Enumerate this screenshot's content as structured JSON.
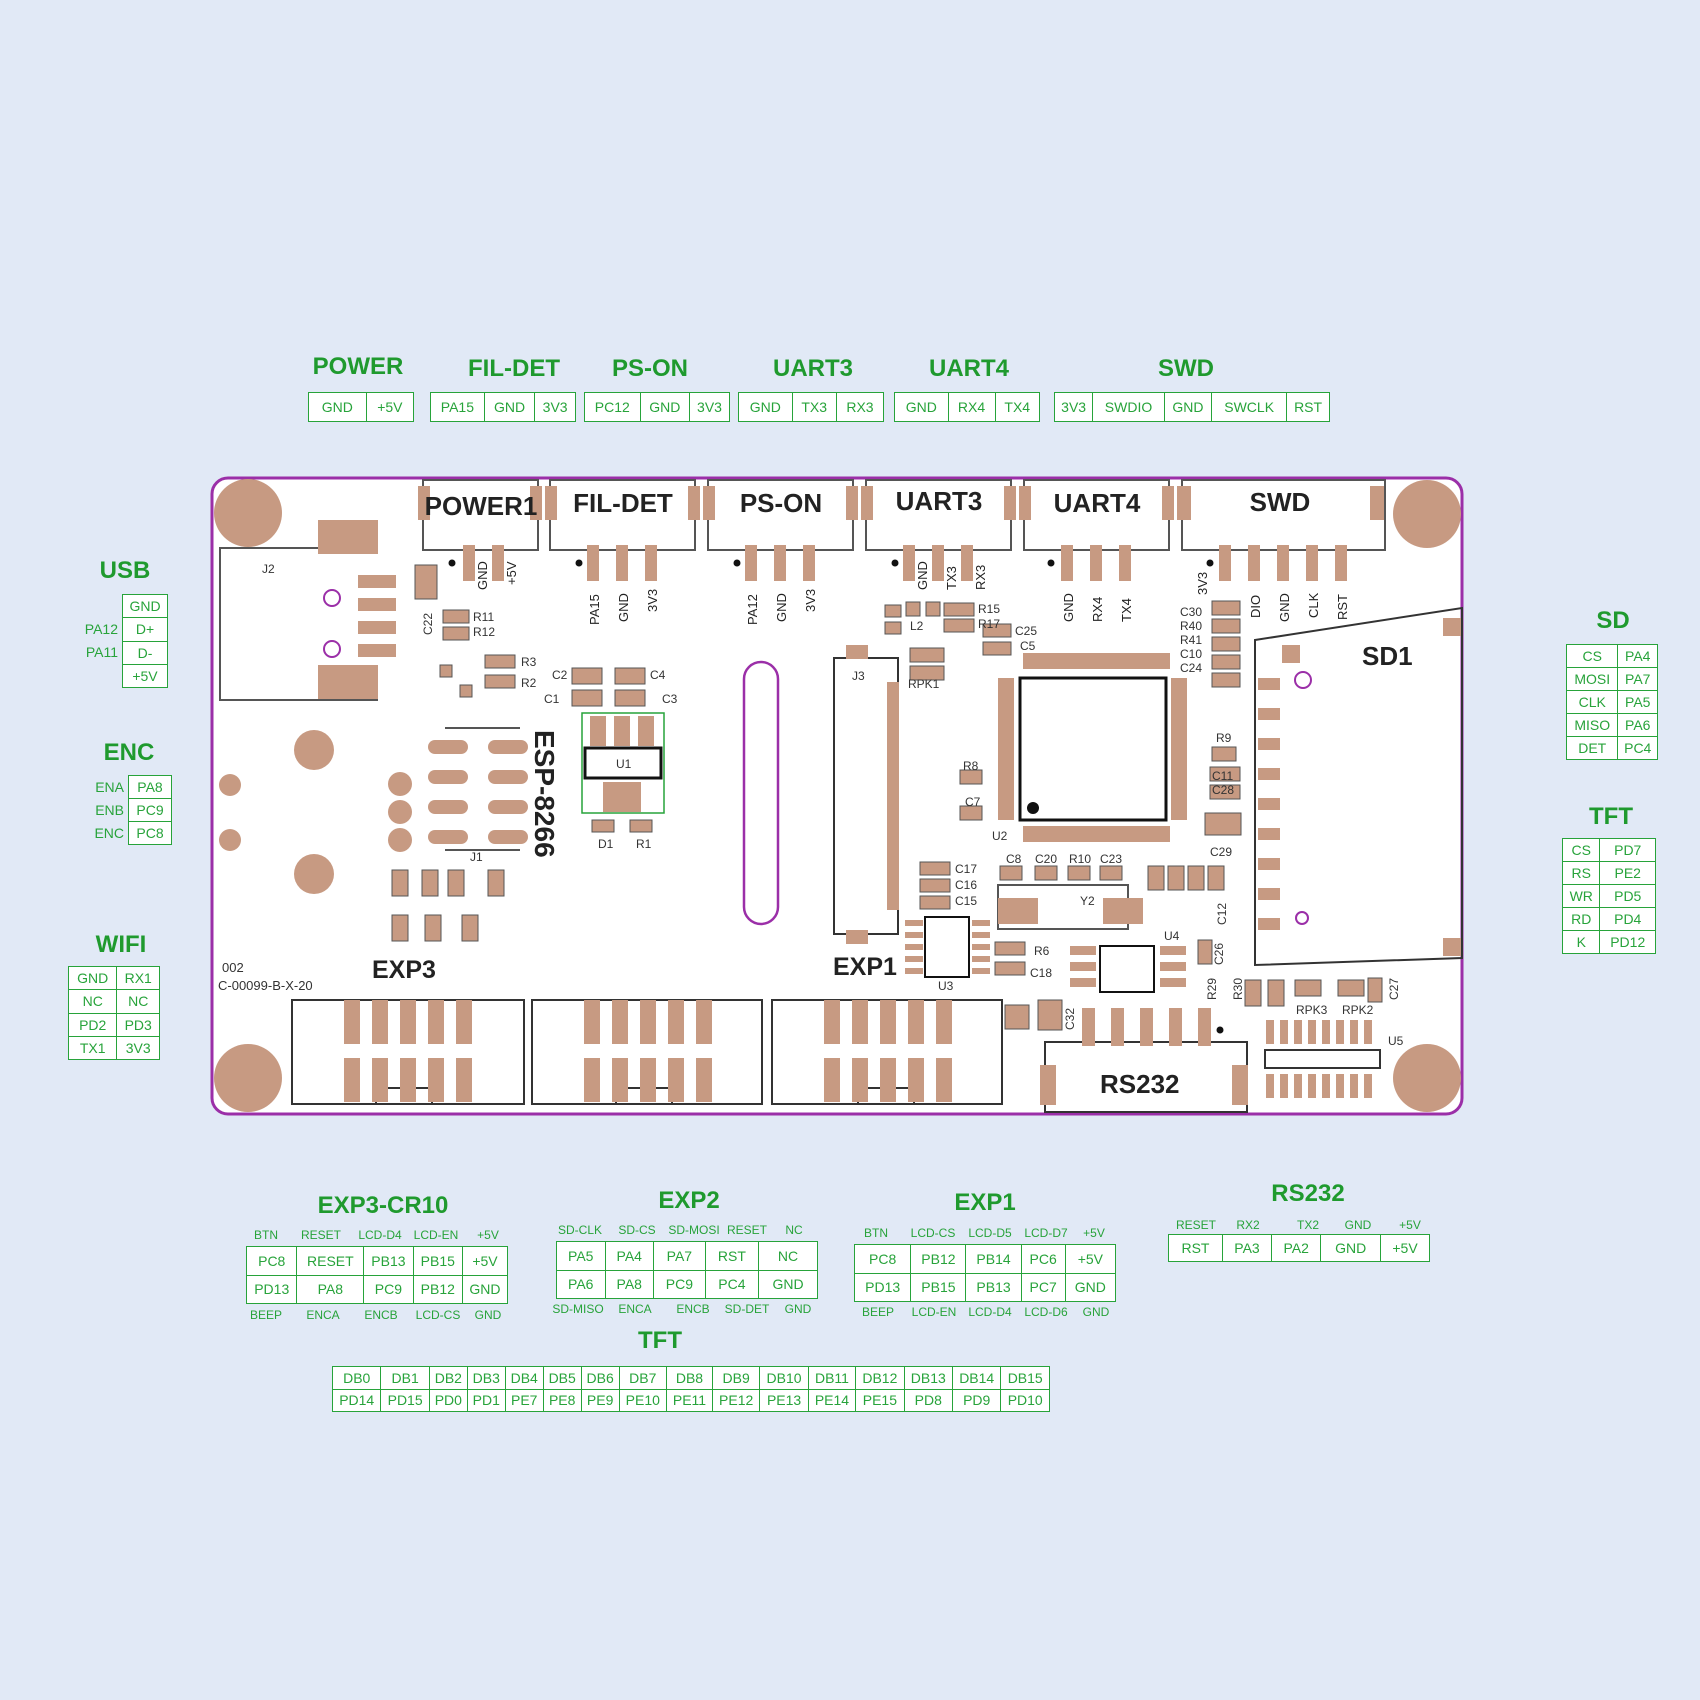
{
  "top_connectors": [
    {
      "title": "POWER",
      "pins": [
        "GND",
        "+5V"
      ]
    },
    {
      "title": "FIL-DET",
      "pins": [
        "PA15",
        "GND",
        "3V3"
      ]
    },
    {
      "title": "PS-ON",
      "pins": [
        "PC12",
        "GND",
        "3V3"
      ]
    },
    {
      "title": "UART3",
      "pins": [
        "GND",
        "TX3",
        "RX3"
      ]
    },
    {
      "title": "UART4",
      "pins": [
        "GND",
        "RX4",
        "TX4"
      ]
    },
    {
      "title": "SWD",
      "pins": [
        "3V3",
        "SWDIO",
        "GND",
        "SWCLK",
        "RST"
      ]
    }
  ],
  "usb": {
    "title": "USB",
    "pins": [
      "GND",
      "D+",
      "D-",
      "+5V"
    ],
    "side_labels": [
      "",
      "PA12",
      "PA11",
      ""
    ]
  },
  "enc": {
    "title": "ENC",
    "rows": [
      [
        "ENA",
        "PA8"
      ],
      [
        "ENB",
        "PC9"
      ],
      [
        "ENC",
        "PC8"
      ]
    ]
  },
  "wifi": {
    "title": "WIFI",
    "rows": [
      [
        "GND",
        "RX1"
      ],
      [
        "NC",
        "NC"
      ],
      [
        "PD2",
        "PD3"
      ],
      [
        "TX1",
        "3V3"
      ]
    ]
  },
  "sd": {
    "title": "SD",
    "rows": [
      [
        "CS",
        "PA4"
      ],
      [
        "MOSI",
        "PA7"
      ],
      [
        "CLK",
        "PA5"
      ],
      [
        "MISO",
        "PA6"
      ],
      [
        "DET",
        "PC4"
      ]
    ]
  },
  "tft_side": {
    "title": "TFT",
    "rows": [
      [
        "CS",
        "PD7"
      ],
      [
        "RS",
        "PE2"
      ],
      [
        "WR",
        "PD5"
      ],
      [
        "RD",
        "PD4"
      ],
      [
        "K",
        "PD12"
      ]
    ]
  },
  "exp3": {
    "title": "EXP3-CR10",
    "top": [
      "BTN",
      "RESET",
      "LCD-D4",
      "LCD-EN",
      "+5V"
    ],
    "row1": [
      "PC8",
      "RESET",
      "PB13",
      "PB15",
      "+5V"
    ],
    "row2": [
      "PD13",
      "PA8",
      "PC9",
      "PB12",
      "GND"
    ],
    "bottom": [
      "BEEP",
      "ENCA",
      "ENCB",
      "LCD-CS",
      "GND"
    ]
  },
  "exp2": {
    "title": "EXP2",
    "top": [
      "SD-CLK",
      "SD-CS",
      "SD-MOSI",
      "RESET",
      "NC"
    ],
    "row1": [
      "PA5",
      "PA4",
      "PA7",
      "RST",
      "NC"
    ],
    "row2": [
      "PA6",
      "PA8",
      "PC9",
      "PC4",
      "GND"
    ],
    "bottom": [
      "SD-MISO",
      "ENCA",
      "ENCB",
      "SD-DET",
      "GND"
    ]
  },
  "exp1": {
    "title": "EXP1",
    "top": [
      "BTN",
      "LCD-CS",
      "LCD-D5",
      "LCD-D7",
      "+5V"
    ],
    "row1": [
      "PC8",
      "PB12",
      "PB14",
      "PC6",
      "+5V"
    ],
    "row2": [
      "PD13",
      "PB15",
      "PB13",
      "PC7",
      "GND"
    ],
    "bottom": [
      "BEEP",
      "LCD-EN",
      "LCD-D4",
      "LCD-D6",
      "GND"
    ]
  },
  "rs232": {
    "title": "RS232",
    "top": [
      "RESET",
      "RX2",
      "TX2",
      "GND",
      "+5V"
    ],
    "row": [
      "RST",
      "PA3",
      "PA2",
      "GND",
      "+5V"
    ]
  },
  "tft_bottom": {
    "title": "TFT",
    "row1": [
      "DB0",
      "DB1",
      "DB2",
      "DB3",
      "DB4",
      "DB5",
      "DB6",
      "DB7",
      "DB8",
      "DB9",
      "DB10",
      "DB11",
      "DB12",
      "DB13",
      "DB14",
      "DB15"
    ],
    "row2": [
      "PD14",
      "PD15",
      "PD0",
      "PD1",
      "PE7",
      "PE8",
      "PE9",
      "PE10",
      "PE11",
      "PE12",
      "PE13",
      "PE14",
      "PE15",
      "PD8",
      "PD9",
      "PD10"
    ]
  },
  "board": {
    "outline_color": "#9b2fa8",
    "pad_color": "#c79a82",
    "header_labels": [
      "POWER1",
      "FIL-DET",
      "PS-ON",
      "UART3",
      "UART4",
      "SWD"
    ],
    "pin_labels": [
      [
        "GND",
        "+5V"
      ],
      [
        "PA15",
        "GND",
        "3V3"
      ],
      [
        "PA12",
        "GND",
        "3V3"
      ],
      [
        "GND",
        "TX3",
        "RX3"
      ],
      [
        "GND",
        "RX4",
        "TX4"
      ],
      [
        "3V3",
        "DIO",
        "GND",
        "CLK",
        "RST"
      ]
    ],
    "esp_label": "ESP-8266",
    "sd1_label": "SD1",
    "rs232_label": "RS232",
    "exp3_label": "EXP3",
    "exp1_label": "EXP1",
    "part_no_1": "002",
    "part_no_2": "C-00099-B-X-20",
    "refs": {
      "j2": "J2",
      "j1": "J1",
      "j3": "J3",
      "u1": "U1",
      "u2": "U2",
      "u3": "U3",
      "u4": "U4",
      "u5": "U5",
      "y2": "Y2",
      "d1": "D1",
      "r1": "R1",
      "l2": "L2",
      "rpk1": "RPK1",
      "rpk3": "RPK3",
      "rpk2": "RPK2",
      "r11": "R11",
      "r12": "R12",
      "r3": "R3",
      "r2": "R2",
      "c22": "C22",
      "c2": "C2",
      "c4": "C4",
      "c1": "C1",
      "c3": "C3",
      "r15": "R15",
      "r17": "R17",
      "c25": "C25",
      "c5": "C5",
      "c30": "C30",
      "r40": "R40",
      "r41": "R41",
      "c10": "C10",
      "c24": "C24",
      "r9": "R9",
      "c11": "C11",
      "c28": "C28",
      "c29": "C29",
      "r8": "R8",
      "c7": "C7",
      "c17": "C17",
      "c16": "C16",
      "c15": "C15",
      "c8": "C8",
      "c20": "C20",
      "r10": "R10",
      "c23": "C23",
      "r6": "R6",
      "c18": "C18",
      "c26": "C26",
      "c32": "C32",
      "r29": "R29",
      "r30": "R30",
      "c12": "C12",
      "c27": "C27"
    }
  }
}
